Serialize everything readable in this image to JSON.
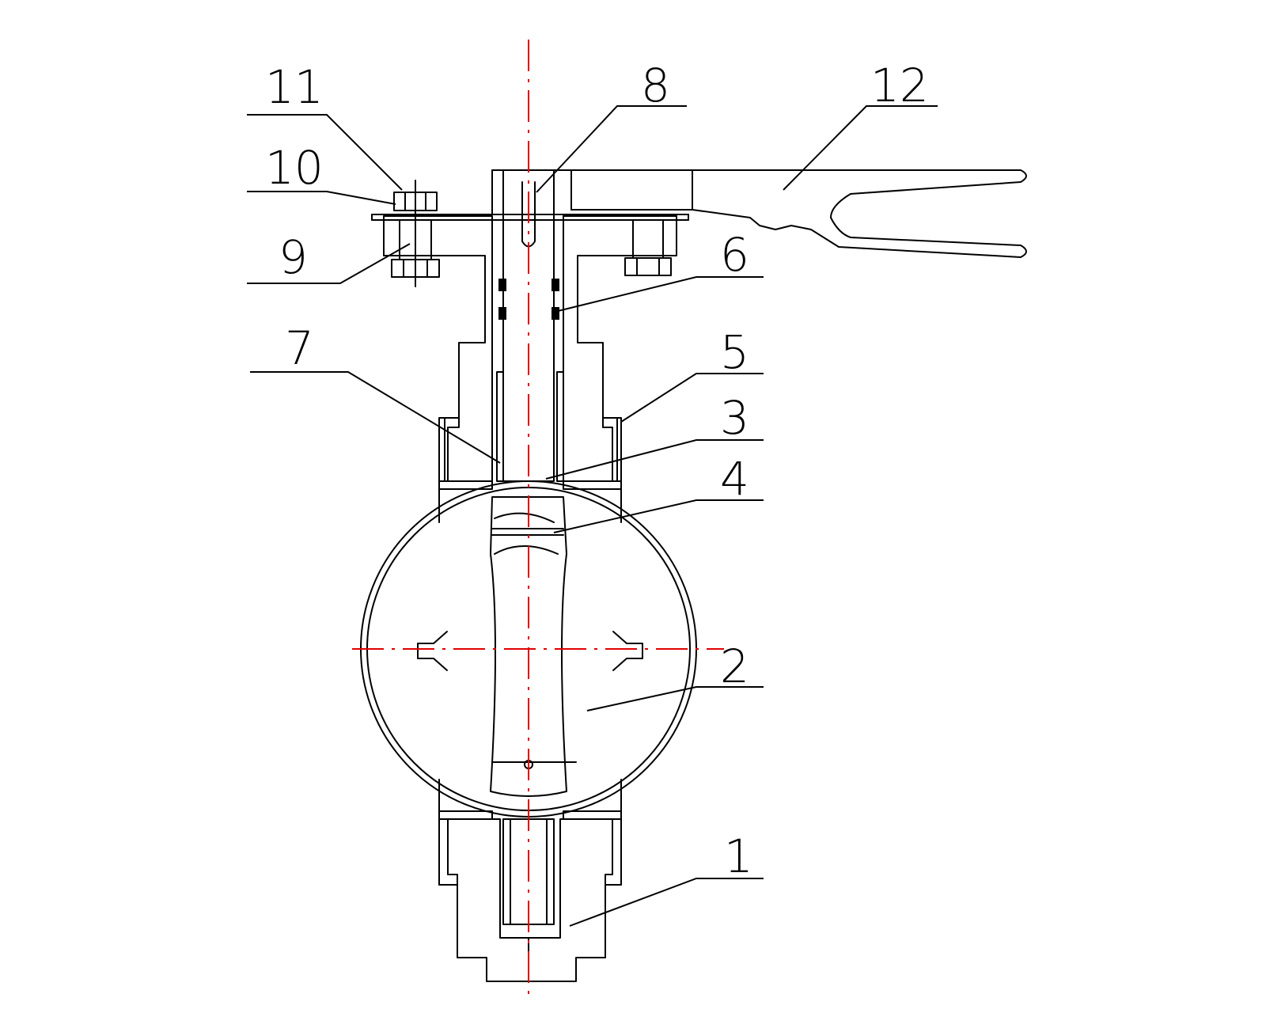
{
  "callouts": [
    {
      "id": "1",
      "label": "1"
    },
    {
      "id": "2",
      "label": "2"
    },
    {
      "id": "3",
      "label": "3"
    },
    {
      "id": "4",
      "label": "4"
    },
    {
      "id": "5",
      "label": "5"
    },
    {
      "id": "6",
      "label": "6"
    },
    {
      "id": "7",
      "label": "7"
    },
    {
      "id": "8",
      "label": "8"
    },
    {
      "id": "9",
      "label": "9"
    },
    {
      "id": "10",
      "label": "10"
    },
    {
      "id": "11",
      "label": "11"
    },
    {
      "id": "12",
      "label": "12"
    }
  ],
  "colors": {
    "linework": "#000000",
    "centerline": "#e00000",
    "background": "#ffffff"
  }
}
